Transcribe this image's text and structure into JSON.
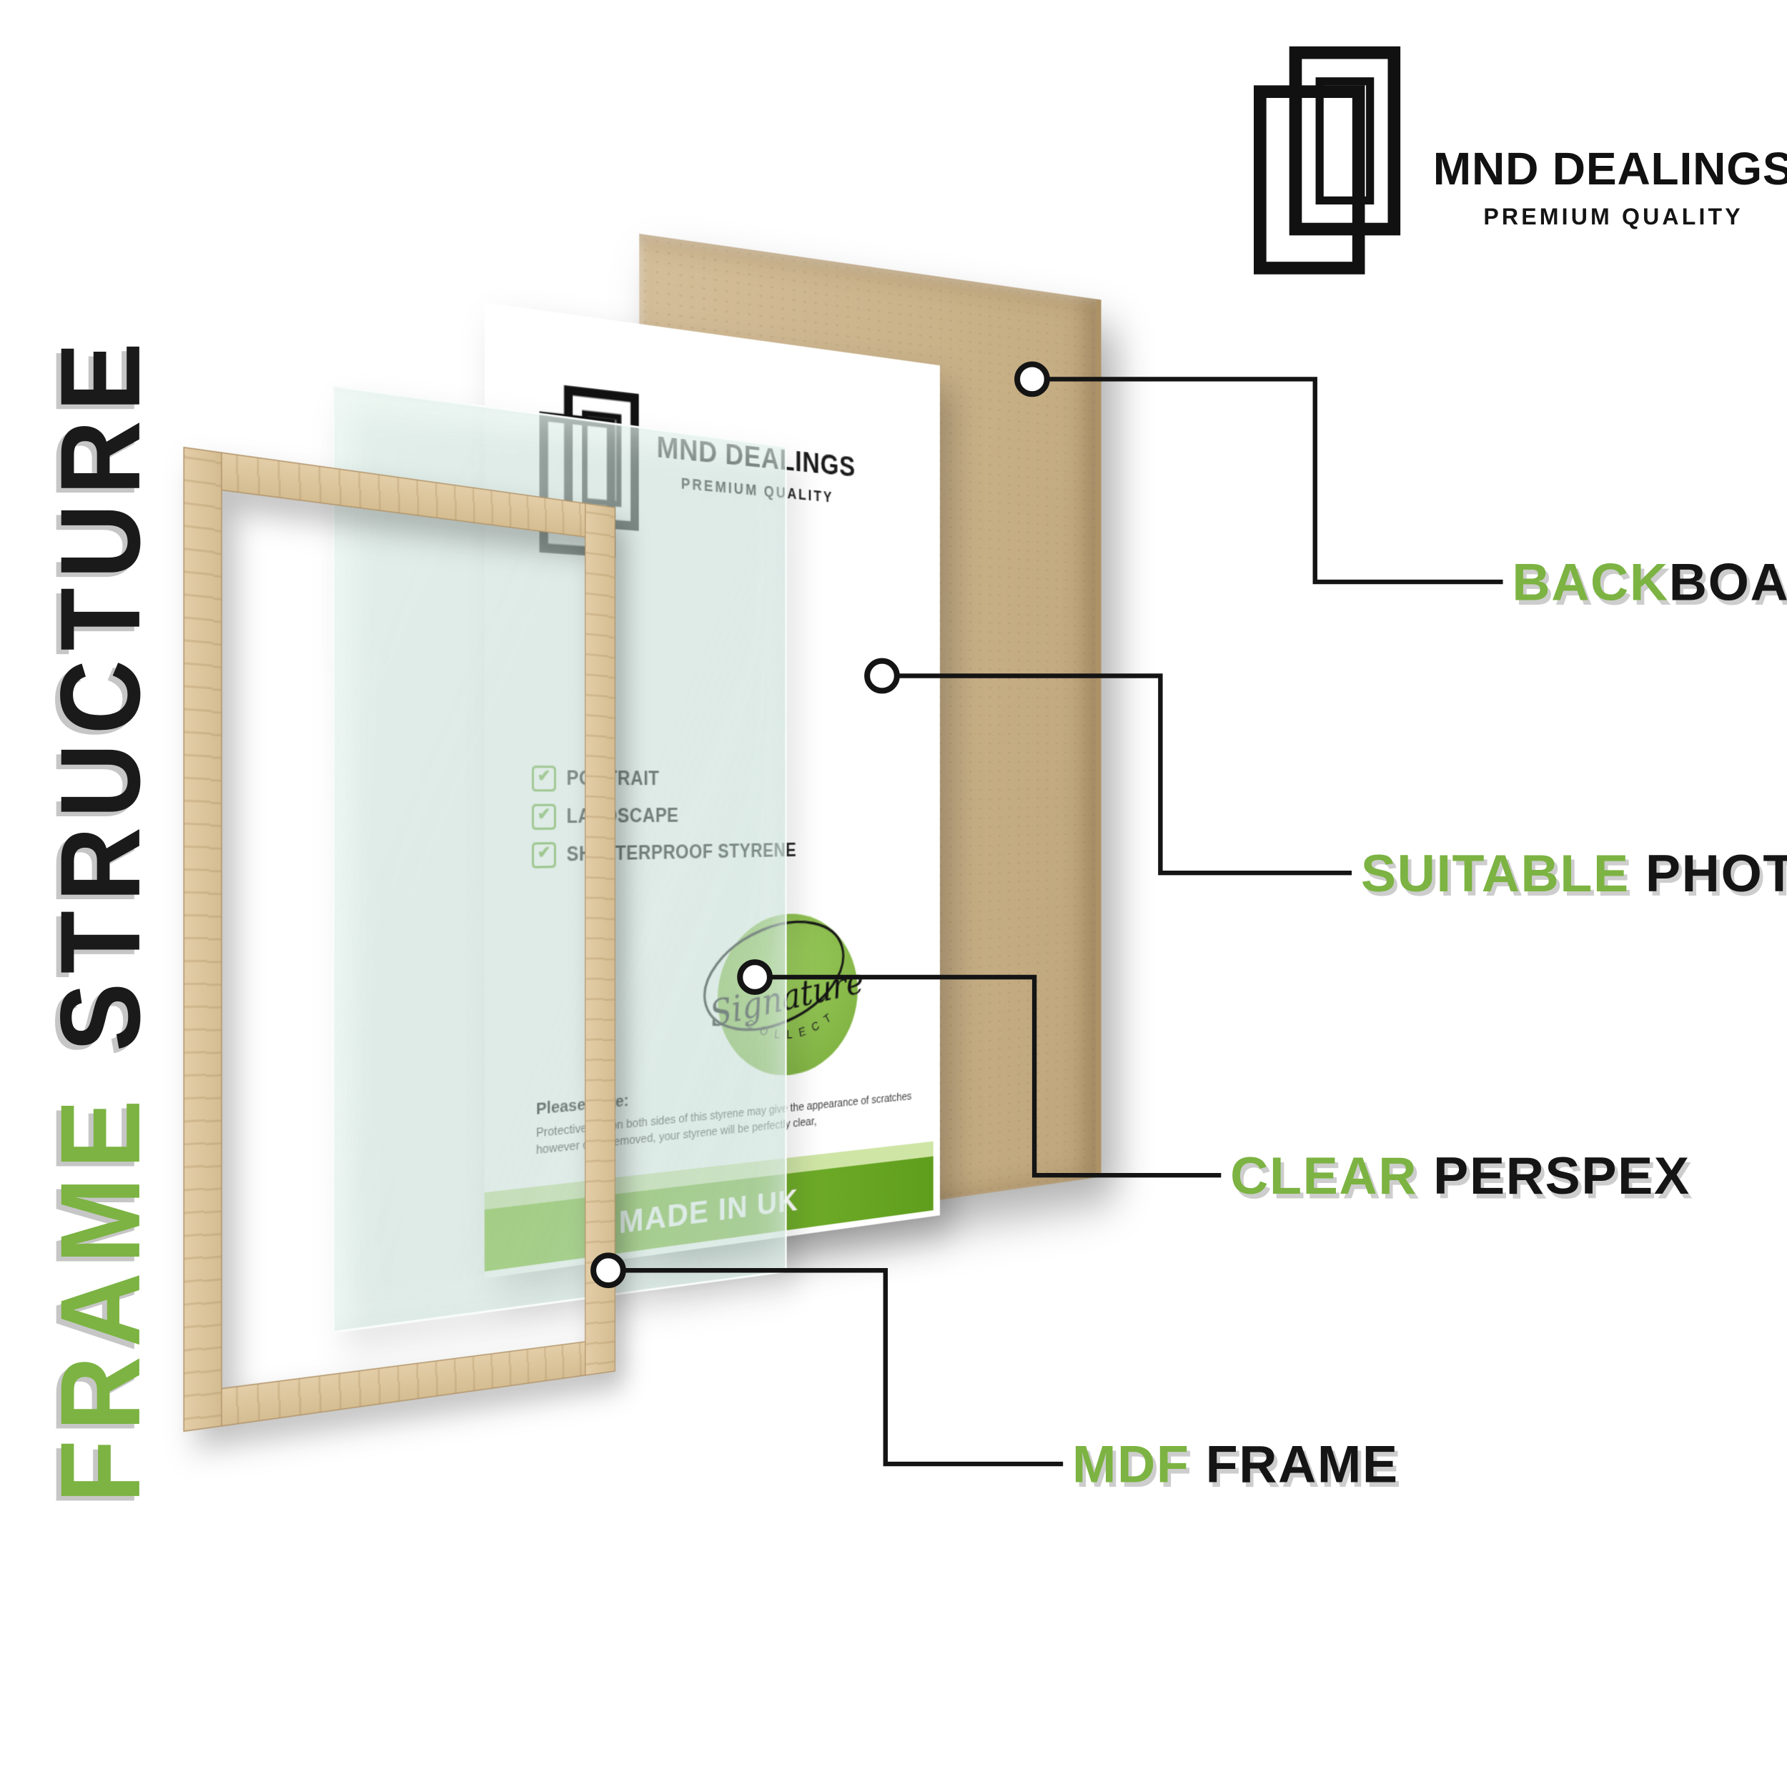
{
  "colors": {
    "accent_green": "#7cb342",
    "banner_green": "#6faa2c",
    "badge_green": "#8abc4d",
    "board_tan": "#ccb48e",
    "wood": "#ddc69e",
    "ink": "#151515"
  },
  "side_title": {
    "frame_word": "FRAME",
    "structure_word": "STRUCTURE"
  },
  "brand": {
    "name": "MND DEALINGS",
    "tagline": "PREMIUM QUALITY"
  },
  "sheet": {
    "brand_name": "MND DEALINGS",
    "brand_tagline": "PREMIUM QUALITY",
    "checkmark": "✔",
    "checklist": [
      {
        "label": "PORTRAIT"
      },
      {
        "label": "LANDSCAPE"
      },
      {
        "label": "SHATTERPROOF STYRENE"
      }
    ],
    "badge_script": "Signature",
    "badge_arc": "C O L L E C T I O N",
    "note_title": "Please Note:",
    "note_body": "Protective film on both sides of this styrene may give the appearance of scratches however once removed, your styrene will be perfectly clear,",
    "banner_text": "MADE IN UK"
  },
  "callouts": [
    {
      "green": "BACK",
      "black": "BOARD"
    },
    {
      "green": "SUITABLE ",
      "black": "PHOTO"
    },
    {
      "green": "CLEAR ",
      "black": "PERSPEX"
    },
    {
      "green": "MDF ",
      "black": "FRAME"
    }
  ]
}
